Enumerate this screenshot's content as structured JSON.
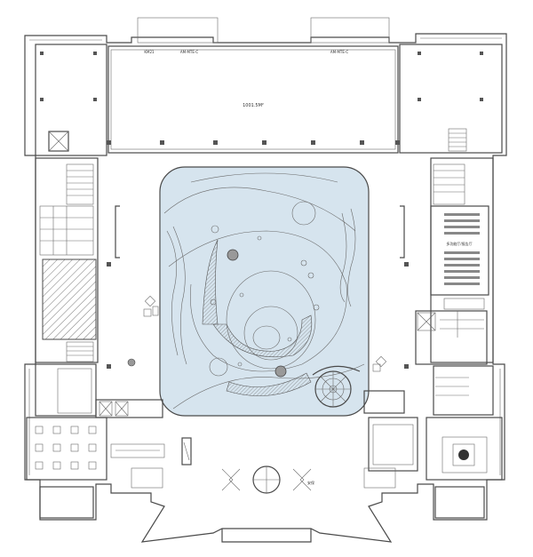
{
  "labels": {
    "hall_area": "1001.5M²",
    "top_label_left": "KM21",
    "top_label_mid": "AM-MTE-C",
    "top_label_right": "AM-MTE-C",
    "right_room": "多功能厅/报告厅",
    "bottom_label": "安保"
  },
  "colors": {
    "atrium_fill": "#d6e4ee",
    "wall": "#4a4a4a",
    "hatch": "#555555"
  }
}
